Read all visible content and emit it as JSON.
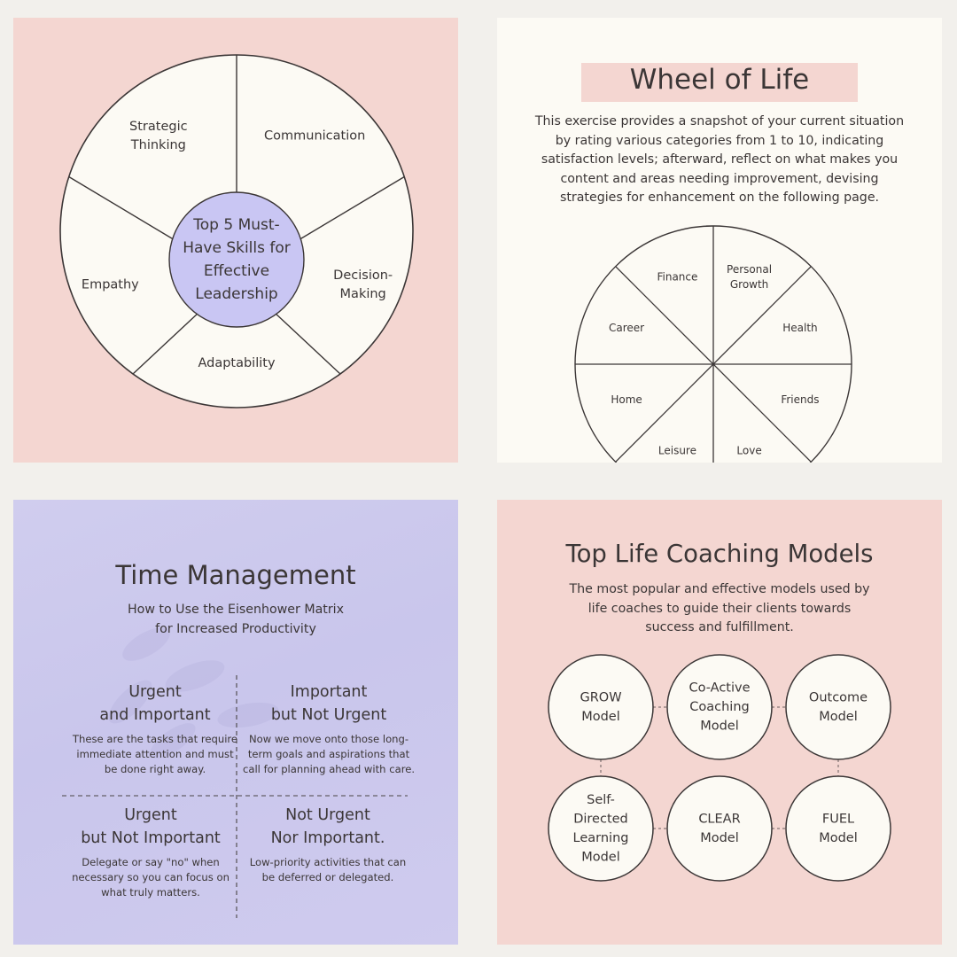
{
  "leadership": {
    "center_label": [
      "Top 5 Must-",
      "Have Skills for",
      "Effective",
      "Leadership"
    ],
    "segments": [
      {
        "lines": [
          "Strategic",
          "Thinking"
        ]
      },
      {
        "lines": [
          "Communication"
        ]
      },
      {
        "lines": [
          "Decision-",
          "Making"
        ]
      },
      {
        "lines": [
          "Adaptability"
        ]
      },
      {
        "lines": [
          "Empathy"
        ]
      }
    ],
    "colors": {
      "background": "#f4d6d1",
      "center": "#c9c6f3",
      "ring": "#fcfaf4"
    }
  },
  "wheel_of_life": {
    "title": "Wheel of Life",
    "description": "This exercise provides a snapshot of your current situation by rating various categories from 1 to 10, indicating satisfaction levels; afterward, reflect on what makes you content and areas needing improvement, devising strategies for enhancement on the following page.",
    "categories": [
      {
        "lines": [
          "Finance"
        ]
      },
      {
        "lines": [
          "Personal",
          "Growth"
        ]
      },
      {
        "lines": [
          "Health"
        ]
      },
      {
        "lines": [
          "Friends"
        ]
      },
      {
        "lines": [
          "Love"
        ]
      },
      {
        "lines": [
          "Leisure"
        ]
      },
      {
        "lines": [
          "Home"
        ]
      },
      {
        "lines": [
          "Career"
        ]
      }
    ]
  },
  "time_management": {
    "title": "Time Management",
    "subtitle_lines": [
      "How to Use the Eisenhower Matrix",
      "for Increased Productivity"
    ],
    "quadrants": [
      {
        "heading": [
          "Urgent",
          "and Important"
        ],
        "body": [
          "These are the tasks that require",
          "immediate attention and must",
          "be done right away."
        ]
      },
      {
        "heading": [
          "Important",
          "but Not Urgent"
        ],
        "body": [
          "Now we move onto those long-",
          "term goals and aspirations that",
          "call for planning ahead with care."
        ]
      },
      {
        "heading": [
          "Urgent",
          "but Not Important"
        ],
        "body": [
          "Delegate or say \"no\" when",
          "necessary so you can focus on",
          "what truly matters."
        ]
      },
      {
        "heading": [
          "Not Urgent",
          "Nor Important."
        ],
        "body": [
          "Low-priority activities that can",
          "be deferred or delegated."
        ]
      }
    ]
  },
  "coaching_models": {
    "title": "Top Life Coaching Models",
    "description_lines": [
      "The most popular and effective models used by",
      "life coaches to guide their clients towards",
      "success and fulfillment."
    ],
    "models": [
      {
        "lines": [
          "GROW",
          "Model"
        ]
      },
      {
        "lines": [
          "Co-Active",
          "Coaching",
          "Model"
        ]
      },
      {
        "lines": [
          "Outcome",
          "Model"
        ]
      },
      {
        "lines": [
          "Self-",
          "Directed",
          "Learning",
          "Model"
        ]
      },
      {
        "lines": [
          "CLEAR",
          "Model"
        ]
      },
      {
        "lines": [
          "FUEL",
          "Model"
        ]
      }
    ]
  }
}
